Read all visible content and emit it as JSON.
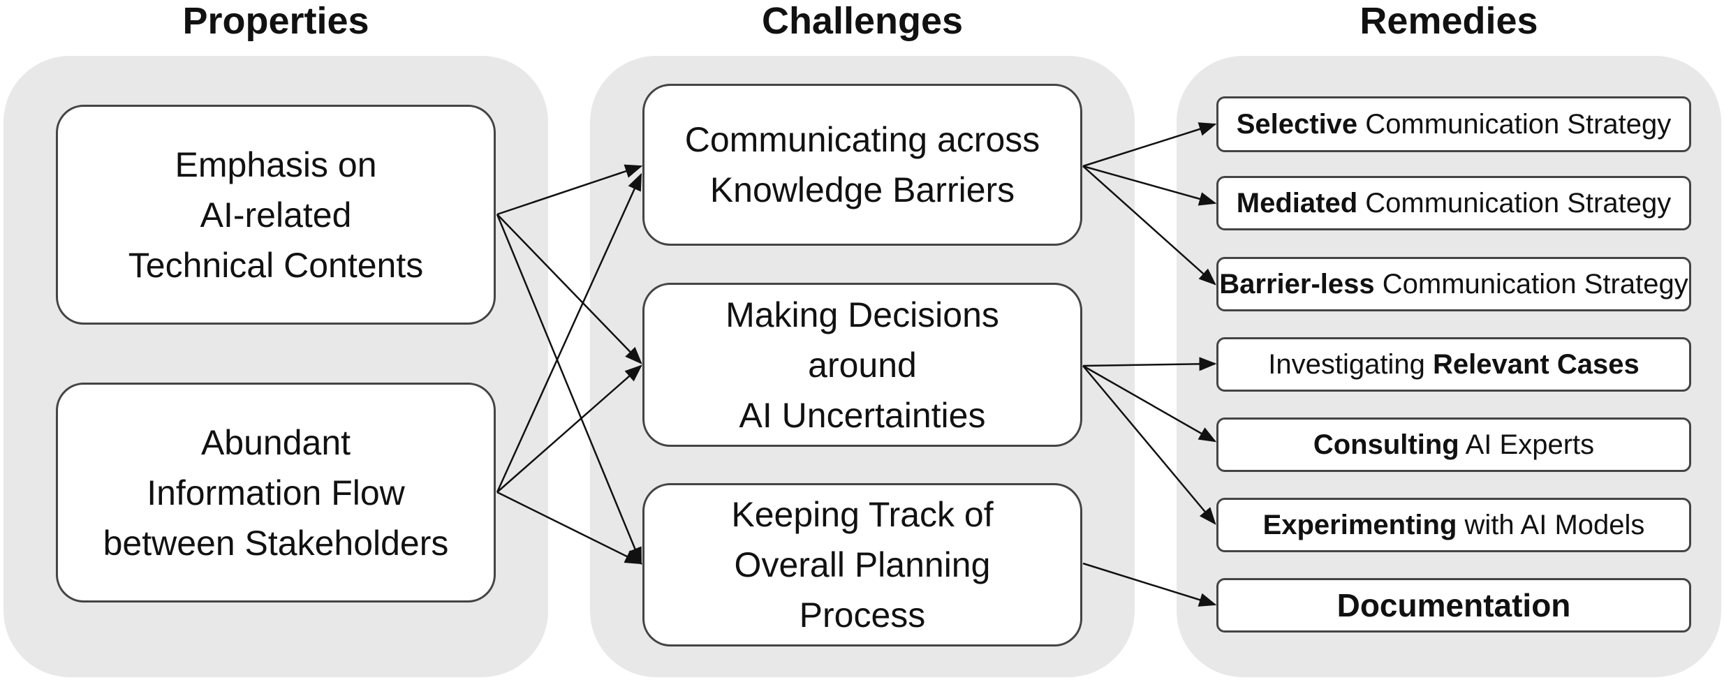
{
  "columns": {
    "properties": "Properties",
    "challenges": "Challenges",
    "remedies": "Remedies"
  },
  "properties": [
    {
      "lines": [
        "Emphasis on",
        "AI-related",
        "Technical Contents"
      ]
    },
    {
      "lines": [
        "Abundant",
        "Information Flow",
        "between Stakeholders"
      ]
    }
  ],
  "challenges": [
    {
      "lines": [
        "Communicating across",
        "Knowledge Barriers"
      ]
    },
    {
      "lines": [
        "Making Decisions",
        "around",
        "AI Uncertainties"
      ]
    },
    {
      "lines": [
        "Keeping Track of",
        "Overall Planning",
        "Process"
      ]
    }
  ],
  "remedies": [
    {
      "bold": "Selective",
      "rest": " Communication Strategy"
    },
    {
      "bold": "Mediated",
      "rest": " Communication Strategy"
    },
    {
      "bold": "Barrier-less",
      "rest": " Communication Strategy"
    },
    {
      "pre": "Investigating ",
      "bold": "Relevant Cases"
    },
    {
      "bold": "Consulting",
      "rest": " AI Experts"
    },
    {
      "bold": "Experimenting",
      "rest": " with AI Models"
    },
    {
      "bold": "Documentation"
    }
  ],
  "connections": {
    "property_to_challenge": [
      [
        0,
        0
      ],
      [
        0,
        1
      ],
      [
        0,
        2
      ],
      [
        1,
        0
      ],
      [
        1,
        1
      ],
      [
        1,
        2
      ]
    ],
    "challenge_to_remedy": [
      [
        0,
        0
      ],
      [
        0,
        1
      ],
      [
        0,
        2
      ],
      [
        1,
        3
      ],
      [
        1,
        4
      ],
      [
        1,
        5
      ],
      [
        2,
        6
      ]
    ]
  },
  "colors": {
    "panel": "#e8e8e8",
    "stroke": "#111111",
    "border": "#444444"
  }
}
